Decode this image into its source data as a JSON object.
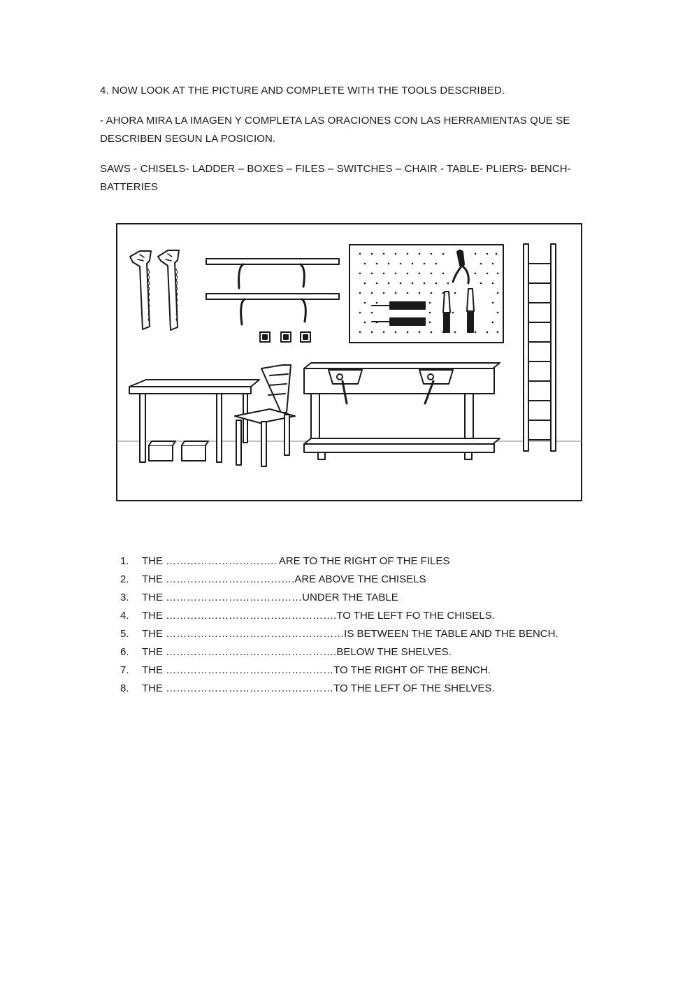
{
  "worksheet": {
    "title": "4. NOW LOOK AT THE PICTURE AND COMPLETE WITH THE TOOLS DESCRIBED.",
    "instruction": "- AHORA MIRA LA IMAGEN Y COMPLETA LAS ORACIONES CON LAS HERRAMIENTAS  QUE SE DESCRIBEN SEGUN LA POSICION.",
    "word_bank": "SAWS -  CHISELS- LADDER – BOXES – FILES – SWITCHES – CHAIR -  TABLE- PLIERS- BENCH- BATTERIES"
  },
  "items": [
    {
      "num": "1.",
      "text": "THE ………………………….. ARE TO THE RIGHT OF THE FILES"
    },
    {
      "num": "2.",
      "text": "THE ……………………………….ARE ABOVE THE CHISELS"
    },
    {
      "num": "3.",
      "text": "THE …………………………………UNDER THE TABLE"
    },
    {
      "num": "4.",
      "text": "THE ………………………………………….TO THE LEFT FO THE CHISELS."
    },
    {
      "num": "5.",
      "text": "THE ……………………………………………IS  BETWEEN THE TABLE AND THE BENCH."
    },
    {
      "num": "6.",
      "text": "THE ………………………………………….BELOW THE SHELVES."
    },
    {
      "num": "7.",
      "text": "THE …………………………………………TO THE RIGHT OF THE BENCH."
    },
    {
      "num": "8.",
      "text": "THE …………………………………………TO THE LEFT OF THE SHELVES."
    }
  ]
}
